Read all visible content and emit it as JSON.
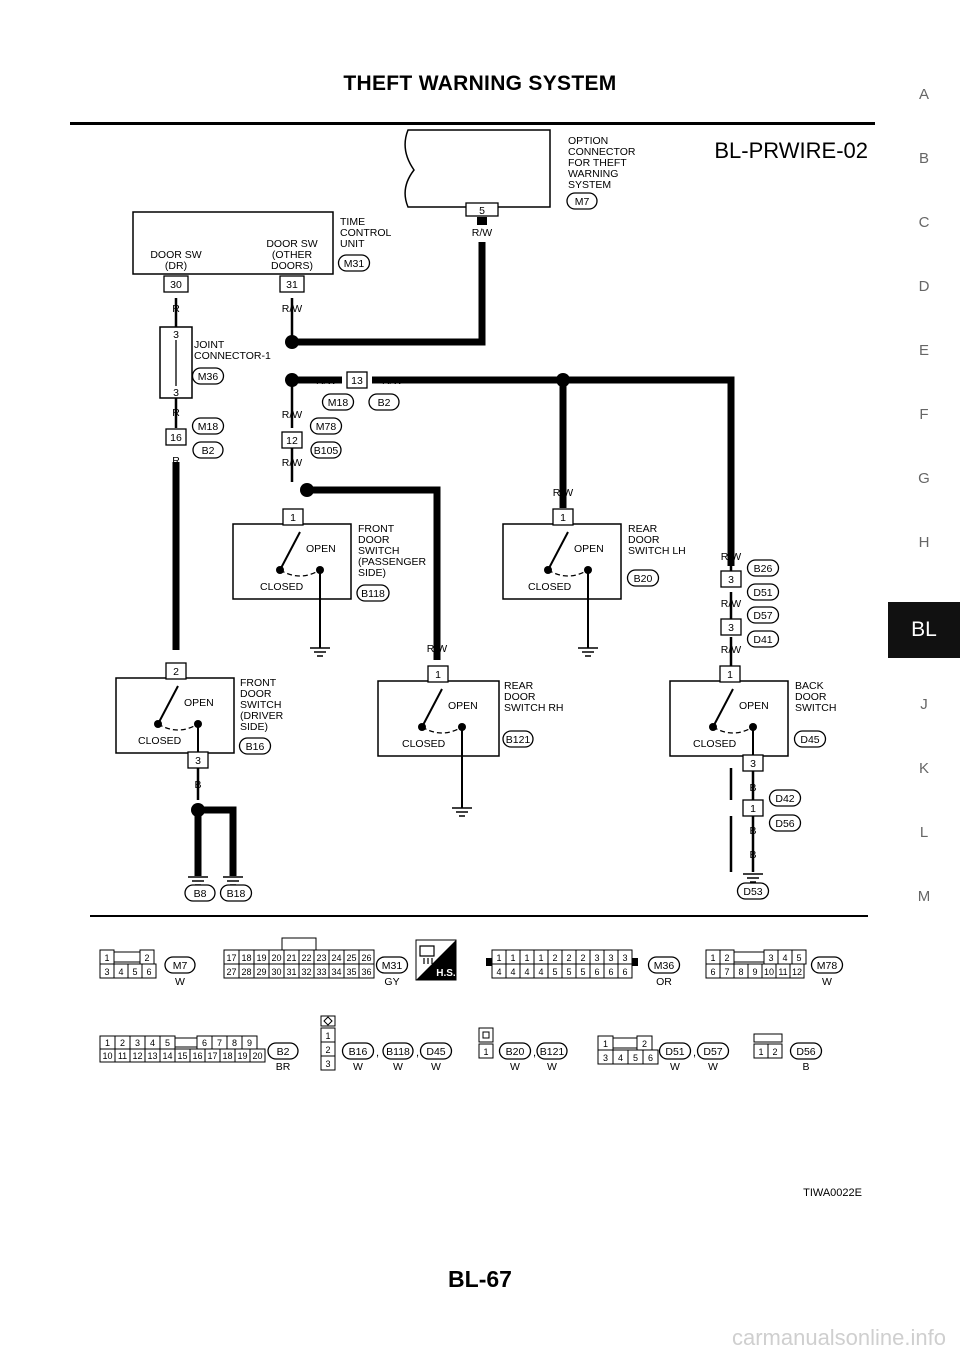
{
  "header": {
    "title": "THEFT WARNING SYSTEM"
  },
  "footer": {
    "page_number": "BL-67",
    "watermark": "carmanualsonline.info"
  },
  "side_index": [
    {
      "letter": "A",
      "active": false
    },
    {
      "letter": "B",
      "active": false
    },
    {
      "letter": "C",
      "active": false
    },
    {
      "letter": "D",
      "active": false
    },
    {
      "letter": "E",
      "active": false
    },
    {
      "letter": "F",
      "active": false
    },
    {
      "letter": "G",
      "active": false
    },
    {
      "letter": "H",
      "active": false
    },
    {
      "letter": "BL",
      "active": true
    },
    {
      "letter": "J",
      "active": false
    },
    {
      "letter": "K",
      "active": false
    },
    {
      "letter": "L",
      "active": false
    },
    {
      "letter": "M",
      "active": false
    }
  ],
  "diagram": {
    "code": "BL-PRWIRE-02",
    "figure_id": "TIWA0022E",
    "option_connector": {
      "label": [
        "OPTION",
        "CONNECTOR",
        "FOR THEFT",
        "WARNING",
        "SYSTEM"
      ],
      "conn": "M7",
      "pin": "5",
      "wire": "R/W"
    },
    "time_control_unit": {
      "label": [
        "TIME",
        "CONTROL",
        "UNIT"
      ],
      "conn": "M31",
      "left_text": [
        "DOOR SW",
        "(DR)"
      ],
      "right_text": [
        "DOOR SW",
        "(OTHER",
        "DOORS)"
      ],
      "pin_left": "30",
      "pin_right": "31",
      "wire_left": "R",
      "wire_right": "R/W"
    },
    "joint_connector": {
      "label": [
        "JOINT",
        "CONNECTOR-1"
      ],
      "conn": "M36",
      "pin_top": "3",
      "pin_bottom": "3",
      "wire": "R"
    },
    "inline_13": {
      "pin": "13",
      "wire_left": "R/W",
      "wire_right": "R/W",
      "conn_left": "M18",
      "conn_right": "B2"
    },
    "inline_16": {
      "pin": "16",
      "wire_top": "R",
      "wire_bottom": "R",
      "conn_top": "M18",
      "conn_bottom": "B2"
    },
    "inline_12": {
      "pin": "12",
      "wire_top": "R/W",
      "wire_bottom": "R/W",
      "conn_top": "M78",
      "conn_bottom": "B105"
    },
    "switch_common": {
      "open": "OPEN",
      "closed": "CLOSED"
    },
    "front_door_switch_passenger": {
      "label": [
        "FRONT",
        "DOOR",
        "SWITCH",
        "(PASSENGER",
        " SIDE)"
      ],
      "conn": "B118",
      "pin": "1"
    },
    "rear_door_switch_lh": {
      "label": [
        "REAR",
        "DOOR",
        "SWITCH LH"
      ],
      "conn": "B20",
      "pin": "1",
      "wire": "R/W"
    },
    "front_door_switch_driver": {
      "label": [
        "FRONT",
        "DOOR",
        "SWITCH",
        "(DRIVER",
        " SIDE)"
      ],
      "conn": "B16",
      "pin_top": "2",
      "pin_bottom": "3",
      "wire_top": "R",
      "wire_bottom": "B"
    },
    "rear_door_switch_rh": {
      "label": [
        "REAR",
        "DOOR",
        "SWITCH RH"
      ],
      "conn": "B121",
      "pin": "1",
      "wire": "R/W"
    },
    "back_door_switch": {
      "label": [
        "BACK",
        "DOOR",
        "SWITCH"
      ],
      "conn": "D45",
      "pin_top": "1",
      "pin_bottom": "3",
      "wire_top": "R/W",
      "wire_bottom": "B"
    },
    "inline_3a": {
      "pin": "3",
      "wire_top": "R/W",
      "wire_bottom": "R/W",
      "conn_top": "B26",
      "conn_bottom": "D51"
    },
    "inline_3b": {
      "pin": "3",
      "wire_top": "R/W",
      "wire_bottom": "R/W",
      "conn_top": "D57",
      "conn_bottom": "D41"
    },
    "inline_1": {
      "pin": "1",
      "wire_top": "B",
      "wire_bottom": "B",
      "conn_top": "D42",
      "conn_bottom": "D56"
    },
    "grounds": {
      "left_wire": "B",
      "right_wire": "B",
      "left_conn": "B8",
      "right_conn": "B18",
      "back_wire": "B",
      "back_conn": "D53"
    },
    "connector_views": {
      "m7": {
        "conn": "M7",
        "color": "W",
        "top": [
          "1",
          "2"
        ],
        "bottom": [
          "3",
          "4",
          "5",
          "6"
        ]
      },
      "m31": {
        "conn": "M31",
        "color": "GY",
        "top": [
          "17",
          "18",
          "19",
          "20",
          "21",
          "22",
          "23",
          "24",
          "25",
          "26"
        ],
        "bottom": [
          "27",
          "28",
          "29",
          "30",
          "31",
          "32",
          "33",
          "34",
          "35",
          "36"
        ],
        "badge": "H.S."
      },
      "m36": {
        "conn": "M36",
        "color": "OR",
        "top": [
          "1",
          "1",
          "1",
          "1",
          "2",
          "2",
          "2",
          "3",
          "3",
          "3"
        ],
        "bottom": [
          "4",
          "4",
          "4",
          "4",
          "5",
          "5",
          "5",
          "6",
          "6",
          "6"
        ]
      },
      "m78": {
        "conn": "M78",
        "color": "W",
        "top": [
          "1",
          "2",
          "3",
          "4",
          "5"
        ],
        "bottom": [
          "6",
          "7",
          "8",
          "9",
          "10",
          "11",
          "12"
        ]
      },
      "b2": {
        "conn": "B2",
        "color": "BR",
        "top": [
          "1",
          "2",
          "3",
          "4",
          "5",
          "6",
          "7",
          "8",
          "9"
        ],
        "bottom": [
          "10",
          "11",
          "12",
          "13",
          "14",
          "15",
          "16",
          "17",
          "18",
          "19",
          "20"
        ]
      },
      "b16": {
        "pins": [
          "1",
          "2",
          "3"
        ],
        "conns": [
          "B16",
          "B118",
          "D45"
        ],
        "colors": [
          "W",
          "W",
          "W"
        ]
      },
      "b20": {
        "pin": "1",
        "conns": [
          "B20",
          "B121"
        ],
        "colors": [
          "W",
          "W"
        ]
      },
      "d51": {
        "top": [
          "1",
          "2"
        ],
        "bottom": [
          "3",
          "4",
          "5",
          "6"
        ],
        "conns": [
          "D51",
          "D57"
        ],
        "colors": [
          "W",
          "W"
        ]
      },
      "d56": {
        "pins": [
          "1",
          "2"
        ],
        "conn": "D56",
        "color": "B"
      }
    }
  }
}
